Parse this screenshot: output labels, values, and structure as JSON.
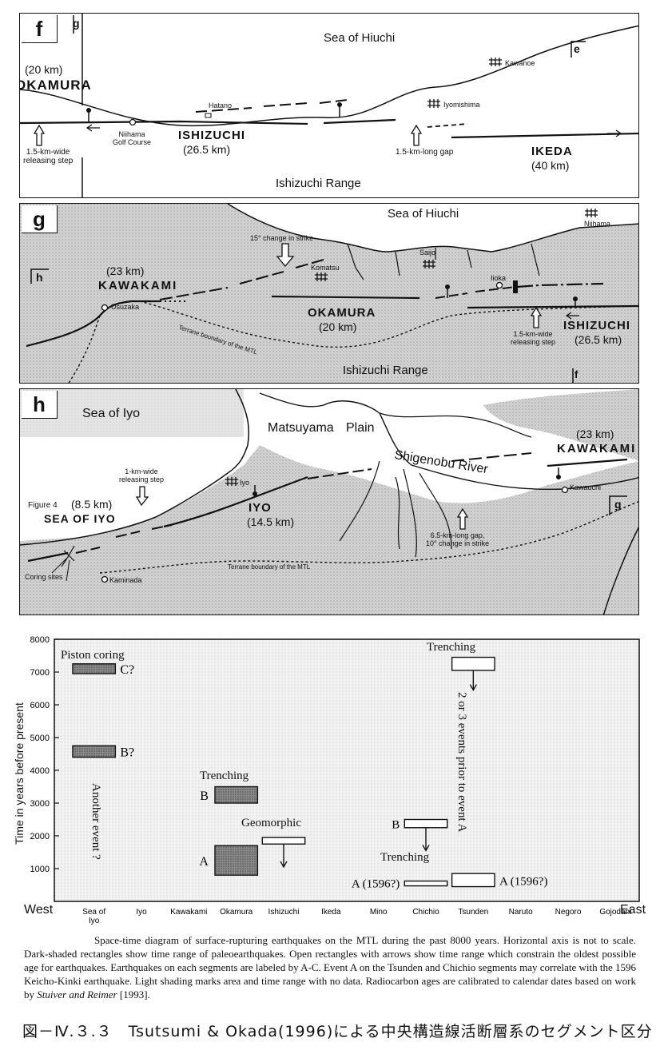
{
  "colors": {
    "ink": "#111111",
    "shade_light": "#dcdcdc",
    "shade_dark": "#7d7d7d",
    "paper": "#ffffff"
  },
  "panel_f": {
    "label": "f",
    "sea": "Sea of Hiuchi",
    "range": "Ishizuchi Range",
    "seg_okamura_len": "(20 km)",
    "seg_okamura": "OKAMURA",
    "seg_ishizuchi": "ISHIZUCHI",
    "seg_ishizuchi_len": "(26.5 km)",
    "seg_ikeda": "IKEDA",
    "seg_ikeda_len": "(40 km)",
    "place_hatano": "Hatano",
    "place_niihama_golf": "Niihama",
    "place_niihama_golf2": "Golf Course",
    "place_iyomishima": "Iyomishima",
    "place_kawanoe": "Kawanoe",
    "step_label": "1.5-km-wide",
    "step_label2": "releasing step",
    "gap_label": "1.5-km-long gap",
    "ref_g": "g",
    "ref_e": "e"
  },
  "panel_g": {
    "label": "g",
    "sea": "Sea of Hiuchi",
    "range": "Ishizuchi Range",
    "strike_note": "15° change in strike",
    "seg_kawakami_len": "(23 km)",
    "seg_kawakami": "KAWAKAMI",
    "seg_okamura": "OKAMURA",
    "seg_okamura_len": "(20 km)",
    "seg_ishizuchi": "ISHIZUCHI",
    "seg_ishizuchi_len": "(26.5 km)",
    "place_usuzaka": "Usuzaka",
    "place_komatsu": "Komatsu",
    "place_saijo": "Saijo",
    "place_iioka": "Iioka",
    "place_niihama": "Niihama",
    "terrane": "Terrane boundary of the MTL",
    "step_label": "1.5-km-wide",
    "step_label2": "releasing step",
    "ref_h": "h",
    "ref_f": "f"
  },
  "panel_h": {
    "label": "h",
    "sea": "Sea of Iyo",
    "plain1": "Matsuyama",
    "plain2": "Plain",
    "river": "Shigenobu River",
    "seg_kawakami_len": "(23 km)",
    "seg_kawakami": "KAWAKAMI",
    "figure_ref": "Figure 4",
    "seg_seaofiyo_len": "(8.5 km)",
    "seg_seaofiyo": "SEA OF IYO",
    "seg_iyo": "IYO",
    "seg_iyo_len": "(14.5 km)",
    "place_iyo": "Iyo",
    "place_kawauchi": "Kawauchi",
    "place_kaminada": "Kaminada",
    "coring": "Coring sites",
    "step_label": "1-km-wide",
    "step_label2": "releasing step",
    "gap_label": "6.5-km-long gap,",
    "gap_label2": "10° change in strike",
    "terrane": "Terrane boundary of the MTL",
    "ref_g": "g"
  },
  "chart_data": {
    "type": "space-time diagram",
    "ylabel": "Time in years before present",
    "ylim": [
      0,
      8000
    ],
    "yticks": [
      "1000",
      "2000",
      "3000",
      "4000",
      "5000",
      "6000",
      "7000",
      "8000"
    ],
    "x_left": "West",
    "x_right": "East",
    "categories": [
      "Sea of Iyo",
      "Iyo",
      "Kawakami",
      "Okamura",
      "Ishizuchi",
      "Ikeda",
      "Mino",
      "Chichio",
      "Tsunden",
      "Naruto",
      "Negoro",
      "Gojodani"
    ],
    "dark_boxes": [
      {
        "segment": "Sea of Iyo",
        "y0": 6950,
        "y1": 7250,
        "label": "C?"
      },
      {
        "segment": "Sea of Iyo",
        "y0": 4400,
        "y1": 4750,
        "label": "B?"
      },
      {
        "segment": "Okamura",
        "y0": 3000,
        "y1": 3500,
        "label": "B"
      },
      {
        "segment": "Okamura",
        "y0": 800,
        "y1": 1700,
        "label": "A"
      }
    ],
    "open_boxes": [
      {
        "segment": "Ishizuchi",
        "y0": 1750,
        "y1": 1950,
        "arrow_to": 1050
      },
      {
        "segment": "Chichio",
        "y0": 2250,
        "y1": 2500,
        "arrow_to": 1550,
        "label": "B"
      },
      {
        "segment": "Chichio",
        "y0": 520,
        "y1": 620,
        "label": "A (1596?)"
      },
      {
        "segment": "Tsunden",
        "y0": 7050,
        "y1": 7450,
        "arrow_to": 6450
      },
      {
        "segment": "Tsunden",
        "y0": 450,
        "y1": 850,
        "label": "A (1596?)"
      }
    ],
    "annotations": {
      "piston": "Piston coring",
      "trench_tsunden": "Trenching",
      "trench_okamura": "Trenching",
      "geomorphic": "Geomorphic",
      "trench_chichio": "Trenching",
      "another_event": "Another event ?",
      "prior_events": "2 or 3 events prior to event A"
    }
  },
  "caption": {
    "p1": "Space-time diagram of surface-rupturing earthquakes on the MTL during the past 8000 years. Horizontal axis is not to scale. Dark-shaded rectangles show time range of paleoearthquakes. Open rectangles with arrows show time range which constrain the oldest possible age for earthquakes. Earthquakes on each segments are labeled by A-C. Event A on the Tsunden and Chichio segments may correlate with the 1596 Keicho-Kinki earthquake. Light shading marks area and time range with no data. Radiocarbon ages are calibrated to calendar dates based on work by ",
    "p1_ital": "Stuiver and Reimer",
    "p1_end": " [1993].",
    "figure_title_jp": "図－Ⅳ.３.３　Tsutsumi & Okada(1996)による中央構造線活断層系のセグメント区分"
  }
}
